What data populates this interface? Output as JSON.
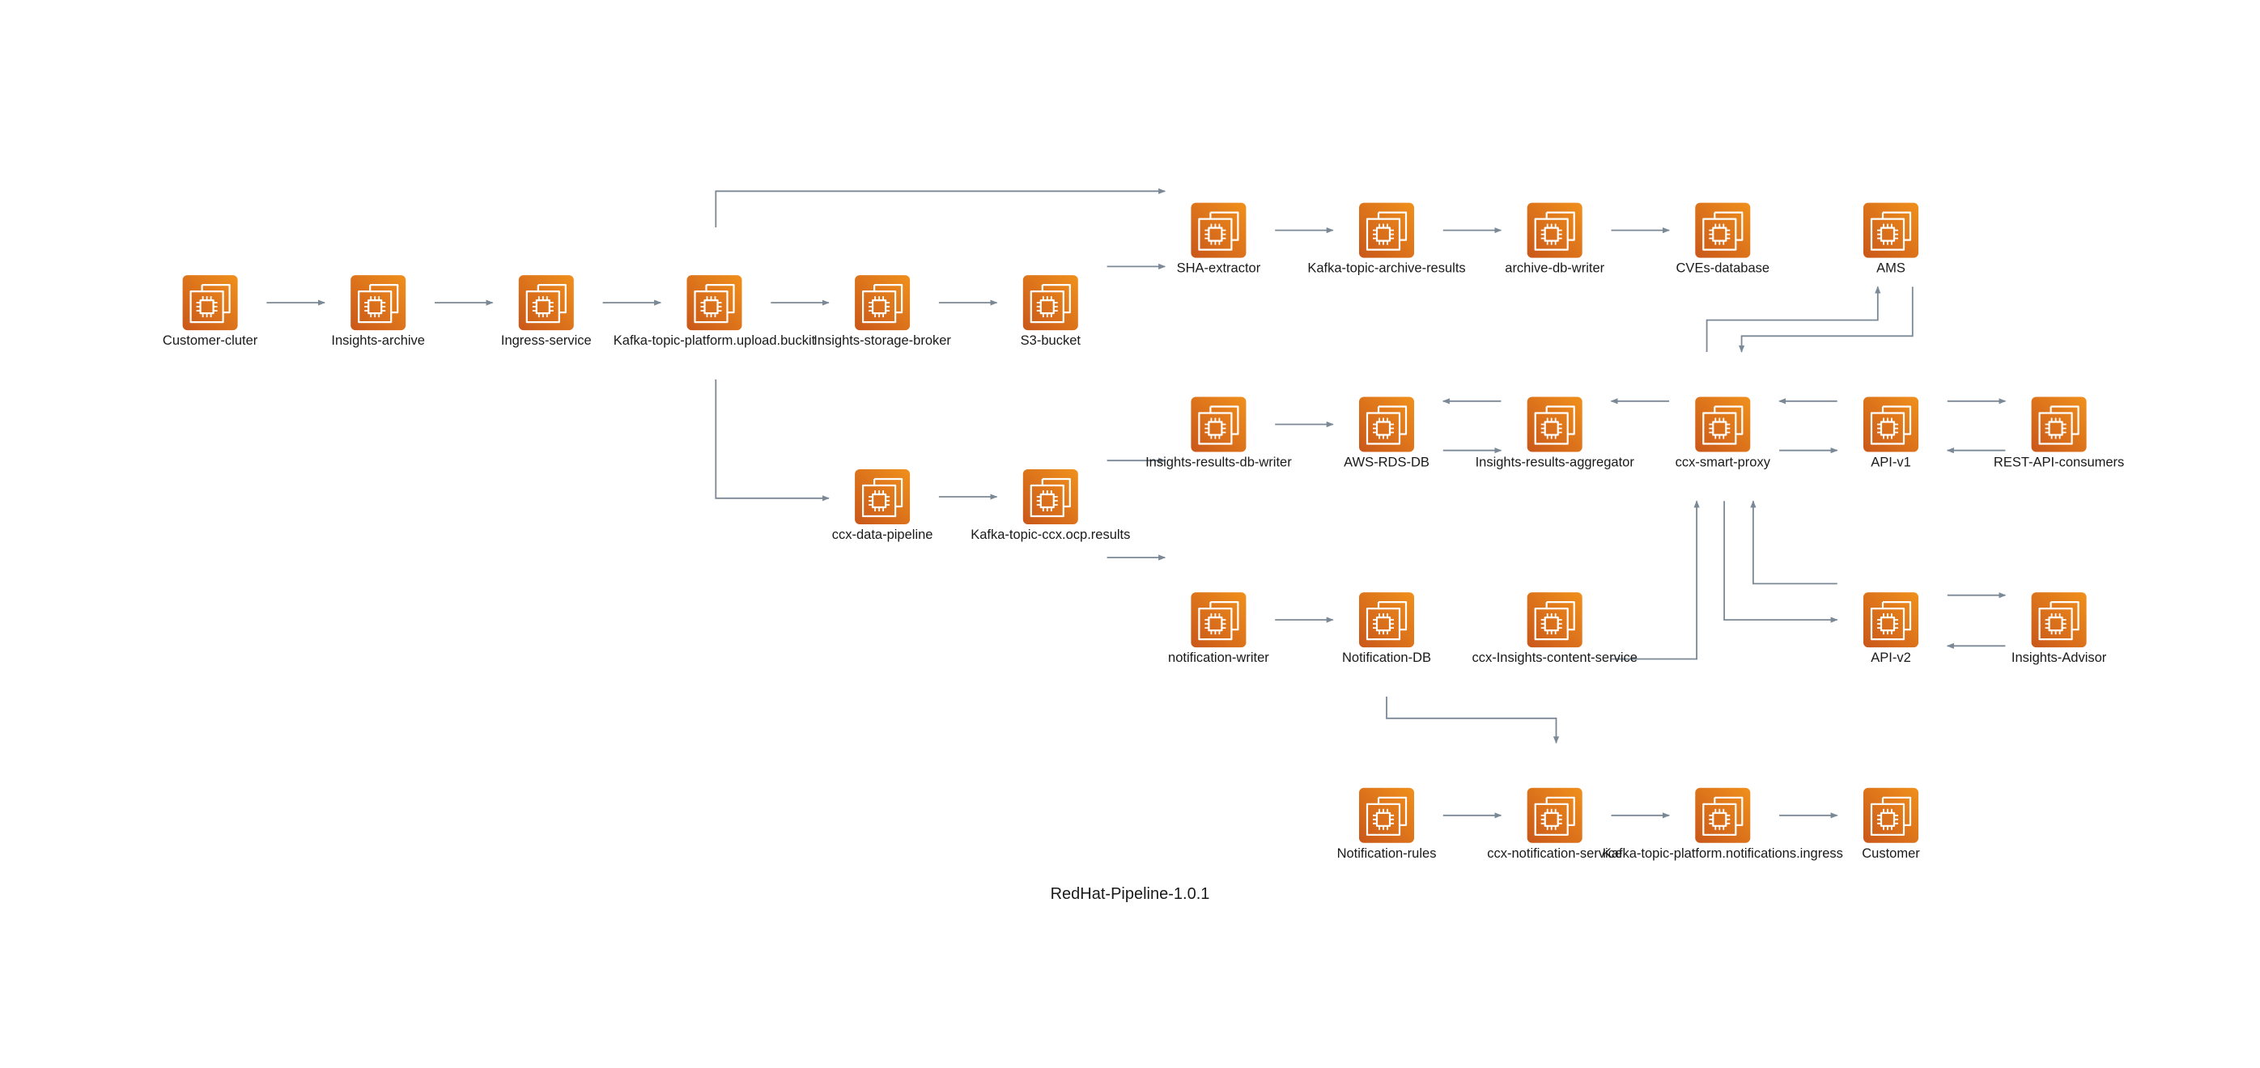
{
  "title": "RedHat-Pipeline-1.0.1",
  "colors": {
    "tile_top": "#f0901c",
    "tile_bottom": "#c9571a",
    "edge": "#7b8896",
    "icon": "#ffffff"
  },
  "node_icon": "ec2-instance-icon",
  "nodes": [
    {
      "id": "customer-cluter",
      "label": "Customer-cluter"
    },
    {
      "id": "insights-archive",
      "label": "Insights-archive"
    },
    {
      "id": "ingress-service",
      "label": "Ingress-service"
    },
    {
      "id": "kafka-upload",
      "label": "Kafka-topic-platform.upload.buckit"
    },
    {
      "id": "insights-storage-broker",
      "label": "Insights-storage-broker"
    },
    {
      "id": "s3-bucket",
      "label": "S3-bucket"
    },
    {
      "id": "sha-extractor",
      "label": "SHA-extractor"
    },
    {
      "id": "kafka-archive-results",
      "label": "Kafka-topic-archive-results"
    },
    {
      "id": "archive-db-writer",
      "label": "archive-db-writer"
    },
    {
      "id": "cves-database",
      "label": "CVEs-database"
    },
    {
      "id": "ams",
      "label": "AMS"
    },
    {
      "id": "insights-results-db-writer",
      "label": "Insights-results-db-writer"
    },
    {
      "id": "aws-rds-db",
      "label": "AWS-RDS-DB"
    },
    {
      "id": "insights-results-aggregator",
      "label": "Insights-results-aggregator"
    },
    {
      "id": "ccx-smart-proxy",
      "label": "ccx-smart-proxy"
    },
    {
      "id": "api-v1",
      "label": "API-v1"
    },
    {
      "id": "rest-api-consumers",
      "label": "REST-API-consumers"
    },
    {
      "id": "ccx-data-pipeline",
      "label": "ccx-data-pipeline"
    },
    {
      "id": "kafka-ccx-ocp-results",
      "label": "Kafka-topic-ccx.ocp.results"
    },
    {
      "id": "notification-writer",
      "label": "notification-writer"
    },
    {
      "id": "notification-db",
      "label": "Notification-DB"
    },
    {
      "id": "ccx-insights-content-service",
      "label": "ccx-Insights-content-service"
    },
    {
      "id": "api-v2",
      "label": "API-v2"
    },
    {
      "id": "insights-advisor",
      "label": "Insights-Advisor"
    },
    {
      "id": "notification-rules",
      "label": "Notification-rules"
    },
    {
      "id": "ccx-notification-service",
      "label": "ccx-notification-service"
    },
    {
      "id": "kafka-notifications-ingress",
      "label": "Kafka-topic-platform.notifications.ingress"
    },
    {
      "id": "customer",
      "label": "Customer"
    }
  ],
  "edges": [
    {
      "from": "customer-cluter",
      "to": "insights-archive"
    },
    {
      "from": "insights-archive",
      "to": "ingress-service"
    },
    {
      "from": "ingress-service",
      "to": "kafka-upload"
    },
    {
      "from": "kafka-upload",
      "to": "insights-storage-broker"
    },
    {
      "from": "insights-storage-broker",
      "to": "s3-bucket"
    },
    {
      "from": "kafka-upload",
      "to": "sha-extractor"
    },
    {
      "from": "s3-bucket",
      "to": "sha-extractor"
    },
    {
      "from": "sha-extractor",
      "to": "kafka-archive-results"
    },
    {
      "from": "kafka-archive-results",
      "to": "archive-db-writer"
    },
    {
      "from": "archive-db-writer",
      "to": "cves-database"
    },
    {
      "from": "kafka-upload",
      "to": "ccx-data-pipeline"
    },
    {
      "from": "ccx-data-pipeline",
      "to": "kafka-ccx-ocp-results"
    },
    {
      "from": "kafka-ccx-ocp-results",
      "to": "insights-results-db-writer"
    },
    {
      "from": "kafka-ccx-ocp-results",
      "to": "notification-writer"
    },
    {
      "from": "insights-results-db-writer",
      "to": "aws-rds-db"
    },
    {
      "from": "aws-rds-db",
      "to": "insights-results-aggregator"
    },
    {
      "from": "insights-results-aggregator",
      "to": "aws-rds-db"
    },
    {
      "from": "ccx-smart-proxy",
      "to": "insights-results-aggregator"
    },
    {
      "from": "ccx-smart-proxy",
      "to": "api-v1"
    },
    {
      "from": "api-v1",
      "to": "ccx-smart-proxy"
    },
    {
      "from": "api-v1",
      "to": "rest-api-consumers"
    },
    {
      "from": "rest-api-consumers",
      "to": "api-v1"
    },
    {
      "from": "ccx-smart-proxy",
      "to": "ams"
    },
    {
      "from": "ams",
      "to": "ccx-smart-proxy"
    },
    {
      "from": "ccx-smart-proxy",
      "to": "api-v2"
    },
    {
      "from": "api-v2",
      "to": "ccx-smart-proxy"
    },
    {
      "from": "api-v2",
      "to": "insights-advisor"
    },
    {
      "from": "insights-advisor",
      "to": "api-v2"
    },
    {
      "from": "ccx-insights-content-service",
      "to": "ccx-smart-proxy"
    },
    {
      "from": "notification-writer",
      "to": "notification-db"
    },
    {
      "from": "notification-db",
      "to": "ccx-notification-service"
    },
    {
      "from": "notification-rules",
      "to": "ccx-notification-service"
    },
    {
      "from": "ccx-notification-service",
      "to": "kafka-notifications-ingress"
    },
    {
      "from": "kafka-notifications-ingress",
      "to": "customer"
    }
  ]
}
